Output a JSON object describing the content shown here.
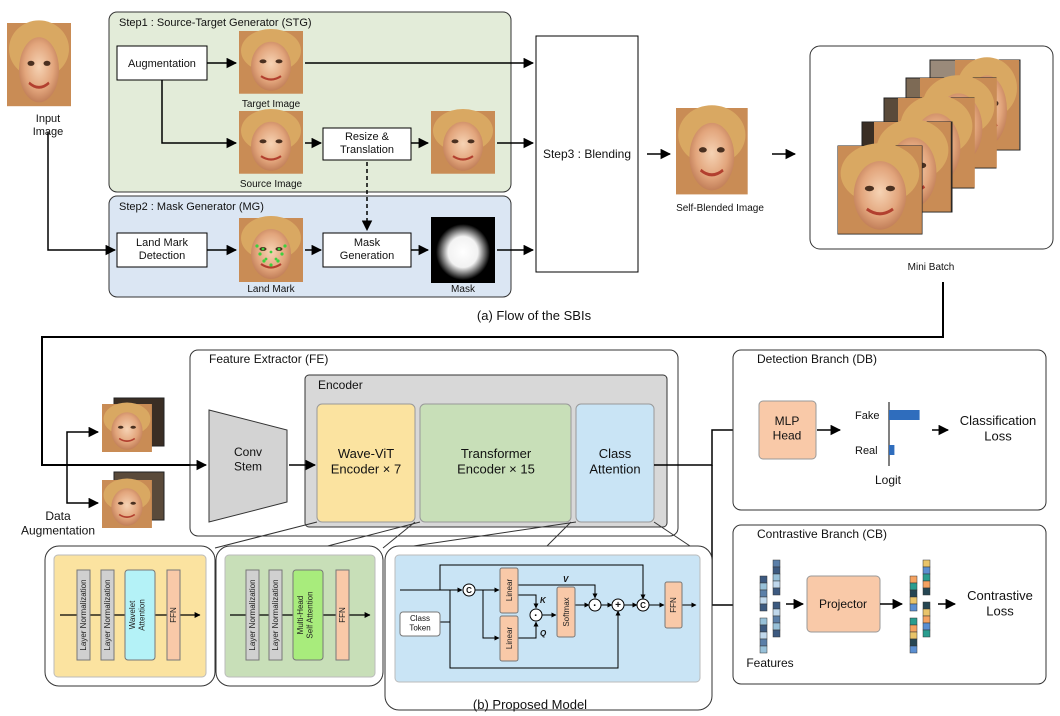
{
  "input_image_label": "Input\nImage",
  "stg": {
    "title": "Step1 : Source-Target Generator (STG)",
    "augmentation": "Augmentation",
    "target_label": "Target Image",
    "source_label": "Source Image",
    "resize": "Resize &\nTranslation"
  },
  "mg": {
    "title": "Step2 :  Mask Generator (MG)",
    "landmark_detection": "Land Mark\nDetection",
    "landmark_label": "Land Mark",
    "mask_generation": "Mask\nGeneration",
    "mask_label": "Mask"
  },
  "blending": "Step3 : Blending",
  "self_blended_label": "Self-Blended Image",
  "mini_batch_label": "Mini Batch",
  "caption_a": "(a) Flow of the SBIs",
  "fe": {
    "title": "Feature Extractor (FE)",
    "encoder_title": "Encoder",
    "conv_stem": "Conv\nStem",
    "wave_vit": "Wave-ViT\nEncoder × 7",
    "transformer": "Transformer\nEncoder × 15",
    "class_attention": "Class\nAttention"
  },
  "data_augmentation": "Data\nAugmentation",
  "db": {
    "title": "Detection Branch (DB)",
    "mlp_head": "MLP\nHead",
    "fake": "Fake",
    "real": "Real",
    "logit": "Logit",
    "loss": "Classification\nLoss"
  },
  "logit_chart": {
    "type": "bar",
    "categories": [
      "Fake",
      "Real"
    ],
    "values": [
      0.85,
      0.15
    ],
    "bar_color": "#2f6dbd"
  },
  "cb": {
    "title": "Contrastive Branch (CB)",
    "projector": "Projector",
    "features": "Features",
    "loss": "Contrastive\nLoss"
  },
  "detail_wave": {
    "layer_norm_1": "Layer Normalization",
    "layer_norm_2": "Layer Normalization",
    "wavelet_attention": "Wavelet\nAttention",
    "ffn": "FFN"
  },
  "detail_transformer": {
    "layer_norm_1": "Layer Normalization",
    "layer_norm_2": "Layer Normalization",
    "mhsa": "Multi-Head\nSelf Attention",
    "ffn": "FFN"
  },
  "detail_class_attention": {
    "class_token": "Class\nToken",
    "linear_1": "Linear",
    "linear_2": "Linear",
    "softmax": "Softmax",
    "ffn": "FFN",
    "v": "V",
    "k": "K",
    "q": "Q",
    "concat": "C",
    "dot": "·",
    "plus": "+"
  },
  "caption_b": "(b) Proposed Model",
  "colors": {
    "stg_bg": "#e3ecd9",
    "mg_bg": "#dbe6f3",
    "encoder_bg": "#d8d8d8",
    "wave_vit": "#fbe3a0",
    "transformer": "#c8dfb8",
    "class_attention": "#c9e4f5",
    "peach": "#f9c9a8",
    "conv_stem": "#d3d3d3",
    "mhsa": "#a8ec7c",
    "wavelet": "#b4f2f7"
  }
}
